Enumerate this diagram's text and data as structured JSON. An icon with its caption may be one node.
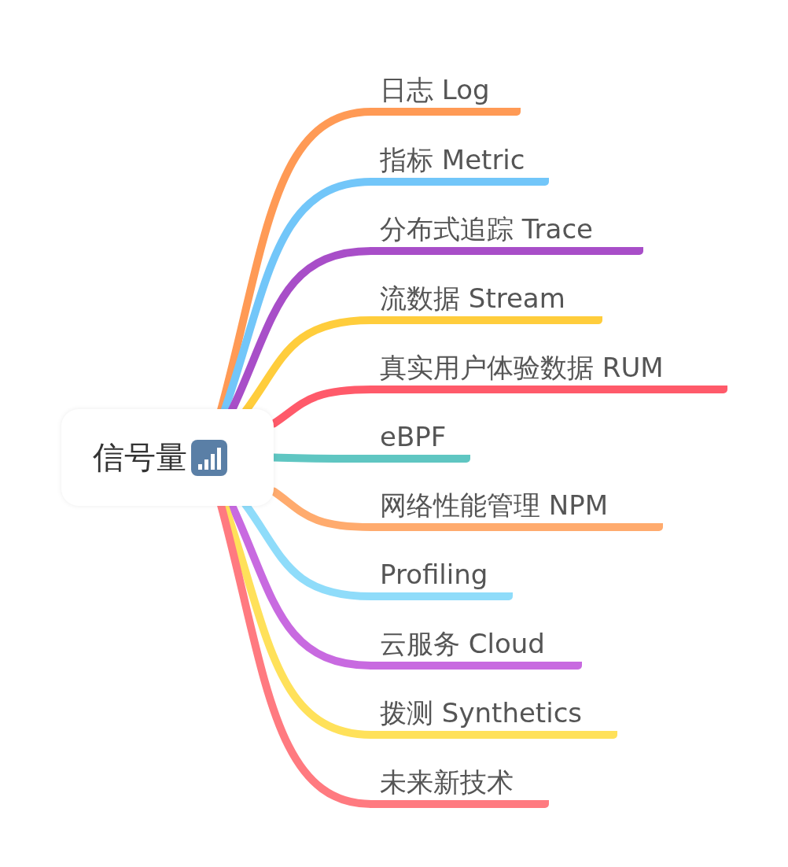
{
  "diagram": {
    "nodes": [
      {
        "text": [
          "信号量"
        ]
      },
      {
        "text": [
          "日志 Log"
        ]
      },
      {
        "text": [
          "指标 Metric"
        ]
      },
      {
        "text": [
          "分布式追踪 Trace"
        ]
      },
      {
        "text": [
          "流数据 Stream"
        ]
      },
      {
        "text": [
          "真实用户体验数据 RUM"
        ]
      },
      {
        "text": [
          "eBPF"
        ]
      },
      {
        "text": [
          "网络性能管理 NPM"
        ]
      },
      {
        "text": [
          "Profiling"
        ]
      },
      {
        "text": [
          "云服务 Cloud"
        ]
      },
      {
        "text": [
          "拨测 Synthetics"
        ]
      },
      {
        "text": [
          "未来新技术"
        ]
      }
    ],
    "edges": [
      {
        "from": 0,
        "to": 1,
        "arrow": "none",
        "color": "#ff9a55"
      },
      {
        "from": 0,
        "to": 2,
        "arrow": "none",
        "color": "#72c6f9"
      },
      {
        "from": 0,
        "to": 3,
        "arrow": "none",
        "color": "#a84ec8"
      },
      {
        "from": 0,
        "to": 4,
        "arrow": "none",
        "color": "#ffcd3c"
      },
      {
        "from": 0,
        "to": 5,
        "arrow": "none",
        "color": "#ff5a6a"
      },
      {
        "from": 0,
        "to": 6,
        "arrow": "none",
        "color": "#5fc6c2"
      },
      {
        "from": 0,
        "to": 7,
        "arrow": "none",
        "color": "#ffab6e"
      },
      {
        "from": 0,
        "to": 8,
        "arrow": "none",
        "color": "#8fdcfa"
      },
      {
        "from": 0,
        "to": 9,
        "arrow": "none",
        "color": "#c86ae0"
      },
      {
        "from": 0,
        "to": 10,
        "arrow": "none",
        "color": "#ffe15a"
      },
      {
        "from": 0,
        "to": 11,
        "arrow": "none",
        "color": "#ff7a80"
      }
    ]
  }
}
